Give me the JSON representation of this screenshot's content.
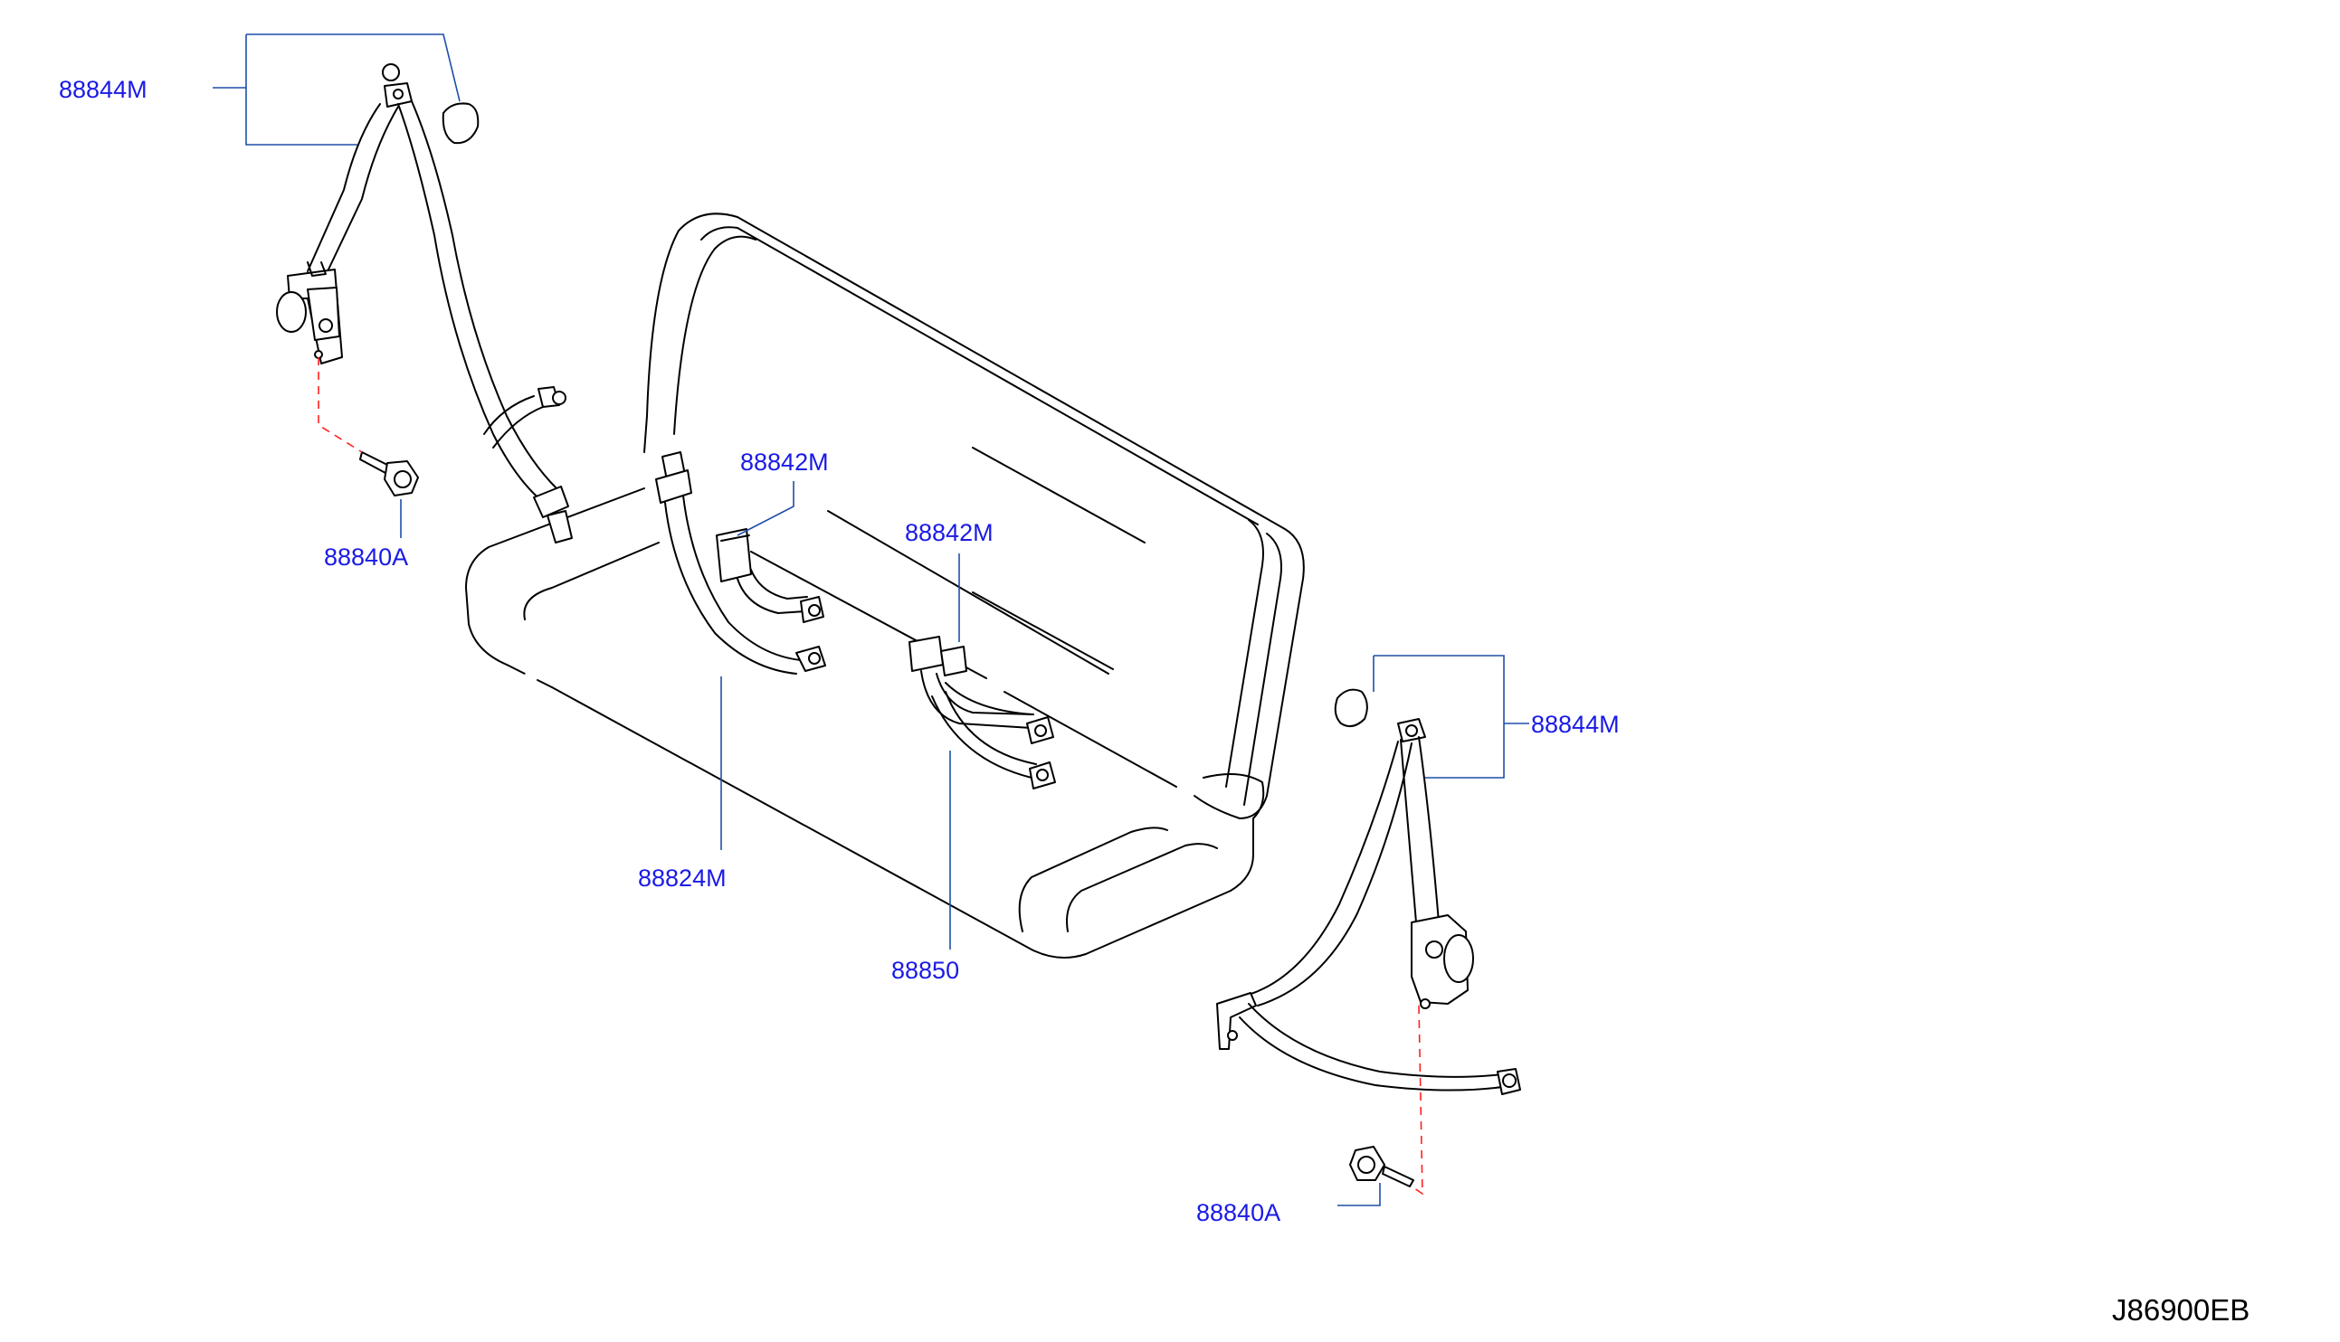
{
  "diagram_code": "J86900EB",
  "callouts": [
    {
      "id": "c1",
      "text": "88844M"
    },
    {
      "id": "c2",
      "text": "88840A"
    },
    {
      "id": "c3",
      "text": "88842M"
    },
    {
      "id": "c4",
      "text": "88842M"
    },
    {
      "id": "c5",
      "text": "88824M"
    },
    {
      "id": "c6",
      "text": "88850"
    },
    {
      "id": "c7",
      "text": "88844M"
    },
    {
      "id": "c8",
      "text": "88840A"
    }
  ],
  "colors": {
    "callout_text": "#1a1ae6",
    "leader_line": "#1f4fa8",
    "hidden_line": "#ff2020",
    "drawing_line": "#000000"
  }
}
